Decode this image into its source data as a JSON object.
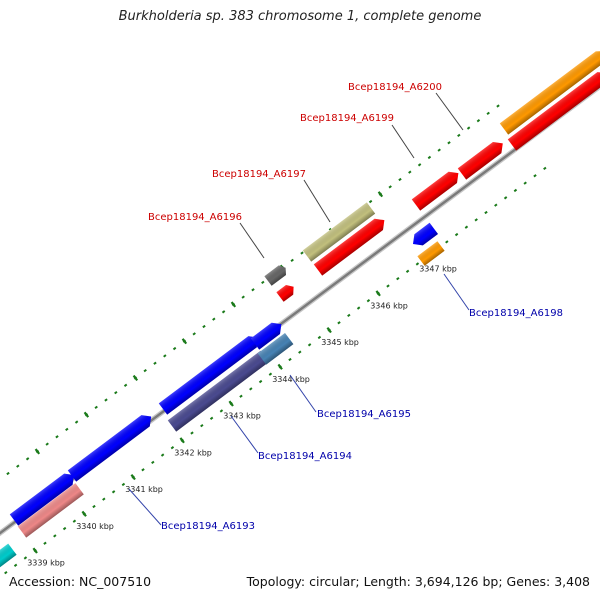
{
  "title": "Burkholderia sp. 383 chromosome 1, complete genome",
  "accession": "Accession: NC_007510",
  "summary": "Topology: circular; Length: 3,694,126 bp; Genes: 3,408",
  "colors": {
    "backbone": "#888888",
    "ticks": "#1a7a1a",
    "label_top": "#cc0000",
    "label_bottom": "#0000aa",
    "leader": "#444444"
  },
  "ticks": [
    {
      "label": "3339 kbp"
    },
    {
      "label": "3340 kbp"
    },
    {
      "label": "3341 kbp"
    },
    {
      "label": "3342 kbp"
    },
    {
      "label": "3343 kbp"
    },
    {
      "label": "3344 kbp"
    },
    {
      "label": "3345 kbp"
    },
    {
      "label": "3346 kbp"
    },
    {
      "label": "3347 kbp"
    }
  ],
  "gene_labels": [
    {
      "text": "Bcep18194_A6200",
      "side": "top"
    },
    {
      "text": "Bcep18194_A6199",
      "side": "top"
    },
    {
      "text": "Bcep18194_A6197",
      "side": "top"
    },
    {
      "text": "Bcep18194_A6196",
      "side": "top"
    },
    {
      "text": "Bcep18194_A6198",
      "side": "bottom"
    },
    {
      "text": "Bcep18194_A6195",
      "side": "bottom"
    },
    {
      "text": "Bcep18194_A6194",
      "side": "bottom"
    },
    {
      "text": "Bcep18194_A6193",
      "side": "bottom"
    }
  ]
}
